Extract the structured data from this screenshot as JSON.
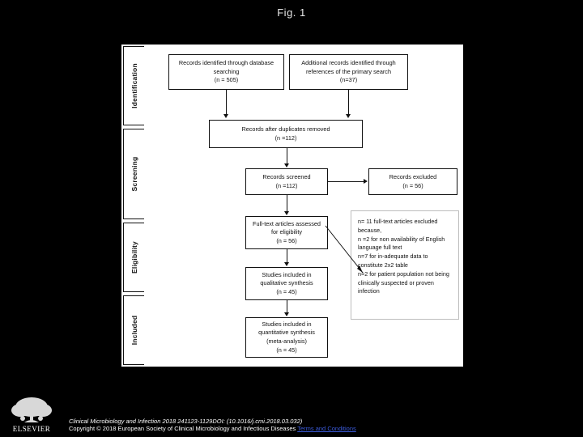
{
  "slide": {
    "figure_title": "Fig. 1",
    "background_color": "#000000",
    "canvas_color": "#ffffff"
  },
  "flowchart": {
    "type": "prisma-flow-diagram",
    "phases": [
      {
        "key": "identification",
        "label": "Identification"
      },
      {
        "key": "screening",
        "label": "Screening"
      },
      {
        "key": "eligibility",
        "label": "Eligibility"
      },
      {
        "key": "included",
        "label": "Included"
      }
    ],
    "boxes": {
      "database_records": {
        "line1": "Records identified through database",
        "line2": "searching",
        "line3": "(n = 505)"
      },
      "additional_records": {
        "line1": "Additional records identified through",
        "line2": "references of the primary search",
        "line3": "(n=37)"
      },
      "after_duplicates": {
        "line1": "Records after duplicates removed",
        "line2": "(n =112)"
      },
      "records_screened": {
        "line1": "Records screened",
        "line2": "(n =112)"
      },
      "records_excluded": {
        "line1": "Records excluded",
        "line2": "(n = 56)"
      },
      "fulltext_assessed": {
        "line1": "Full-text articles assessed",
        "line2": "for eligibility",
        "line3": "(n = 56)"
      },
      "exclusion_reasons": {
        "line1": "n= 11 full-text articles excluded because,",
        "line2": "n =2 for non availability of English language full text",
        "line3": "n=7 for in-adequate data to constitute 2x2 table",
        "line4": "n=2 for patient population not being clinically suspected or proven infection"
      },
      "qualitative_synthesis": {
        "line1": "Studies included in",
        "line2": "qualitative synthesis",
        "line3": "(n = 45)"
      },
      "quantitative_synthesis": {
        "line1": "Studies included in",
        "line2": "quantitative synthesis",
        "line3": "(meta-analysis)",
        "line4": "(n = 45)"
      }
    }
  },
  "footer": {
    "publisher_logo": "elsevier-tree-logo",
    "citation_line": "Clinical Microbiology and Infection 2018 241123-1129DOI: (10.1016/j.cmi.2018.03.032)",
    "copyright_line": "Copyright © 2018 European Society of Clinical Microbiology and Infectious Diseases ",
    "terms_link": "Terms and Conditions"
  }
}
